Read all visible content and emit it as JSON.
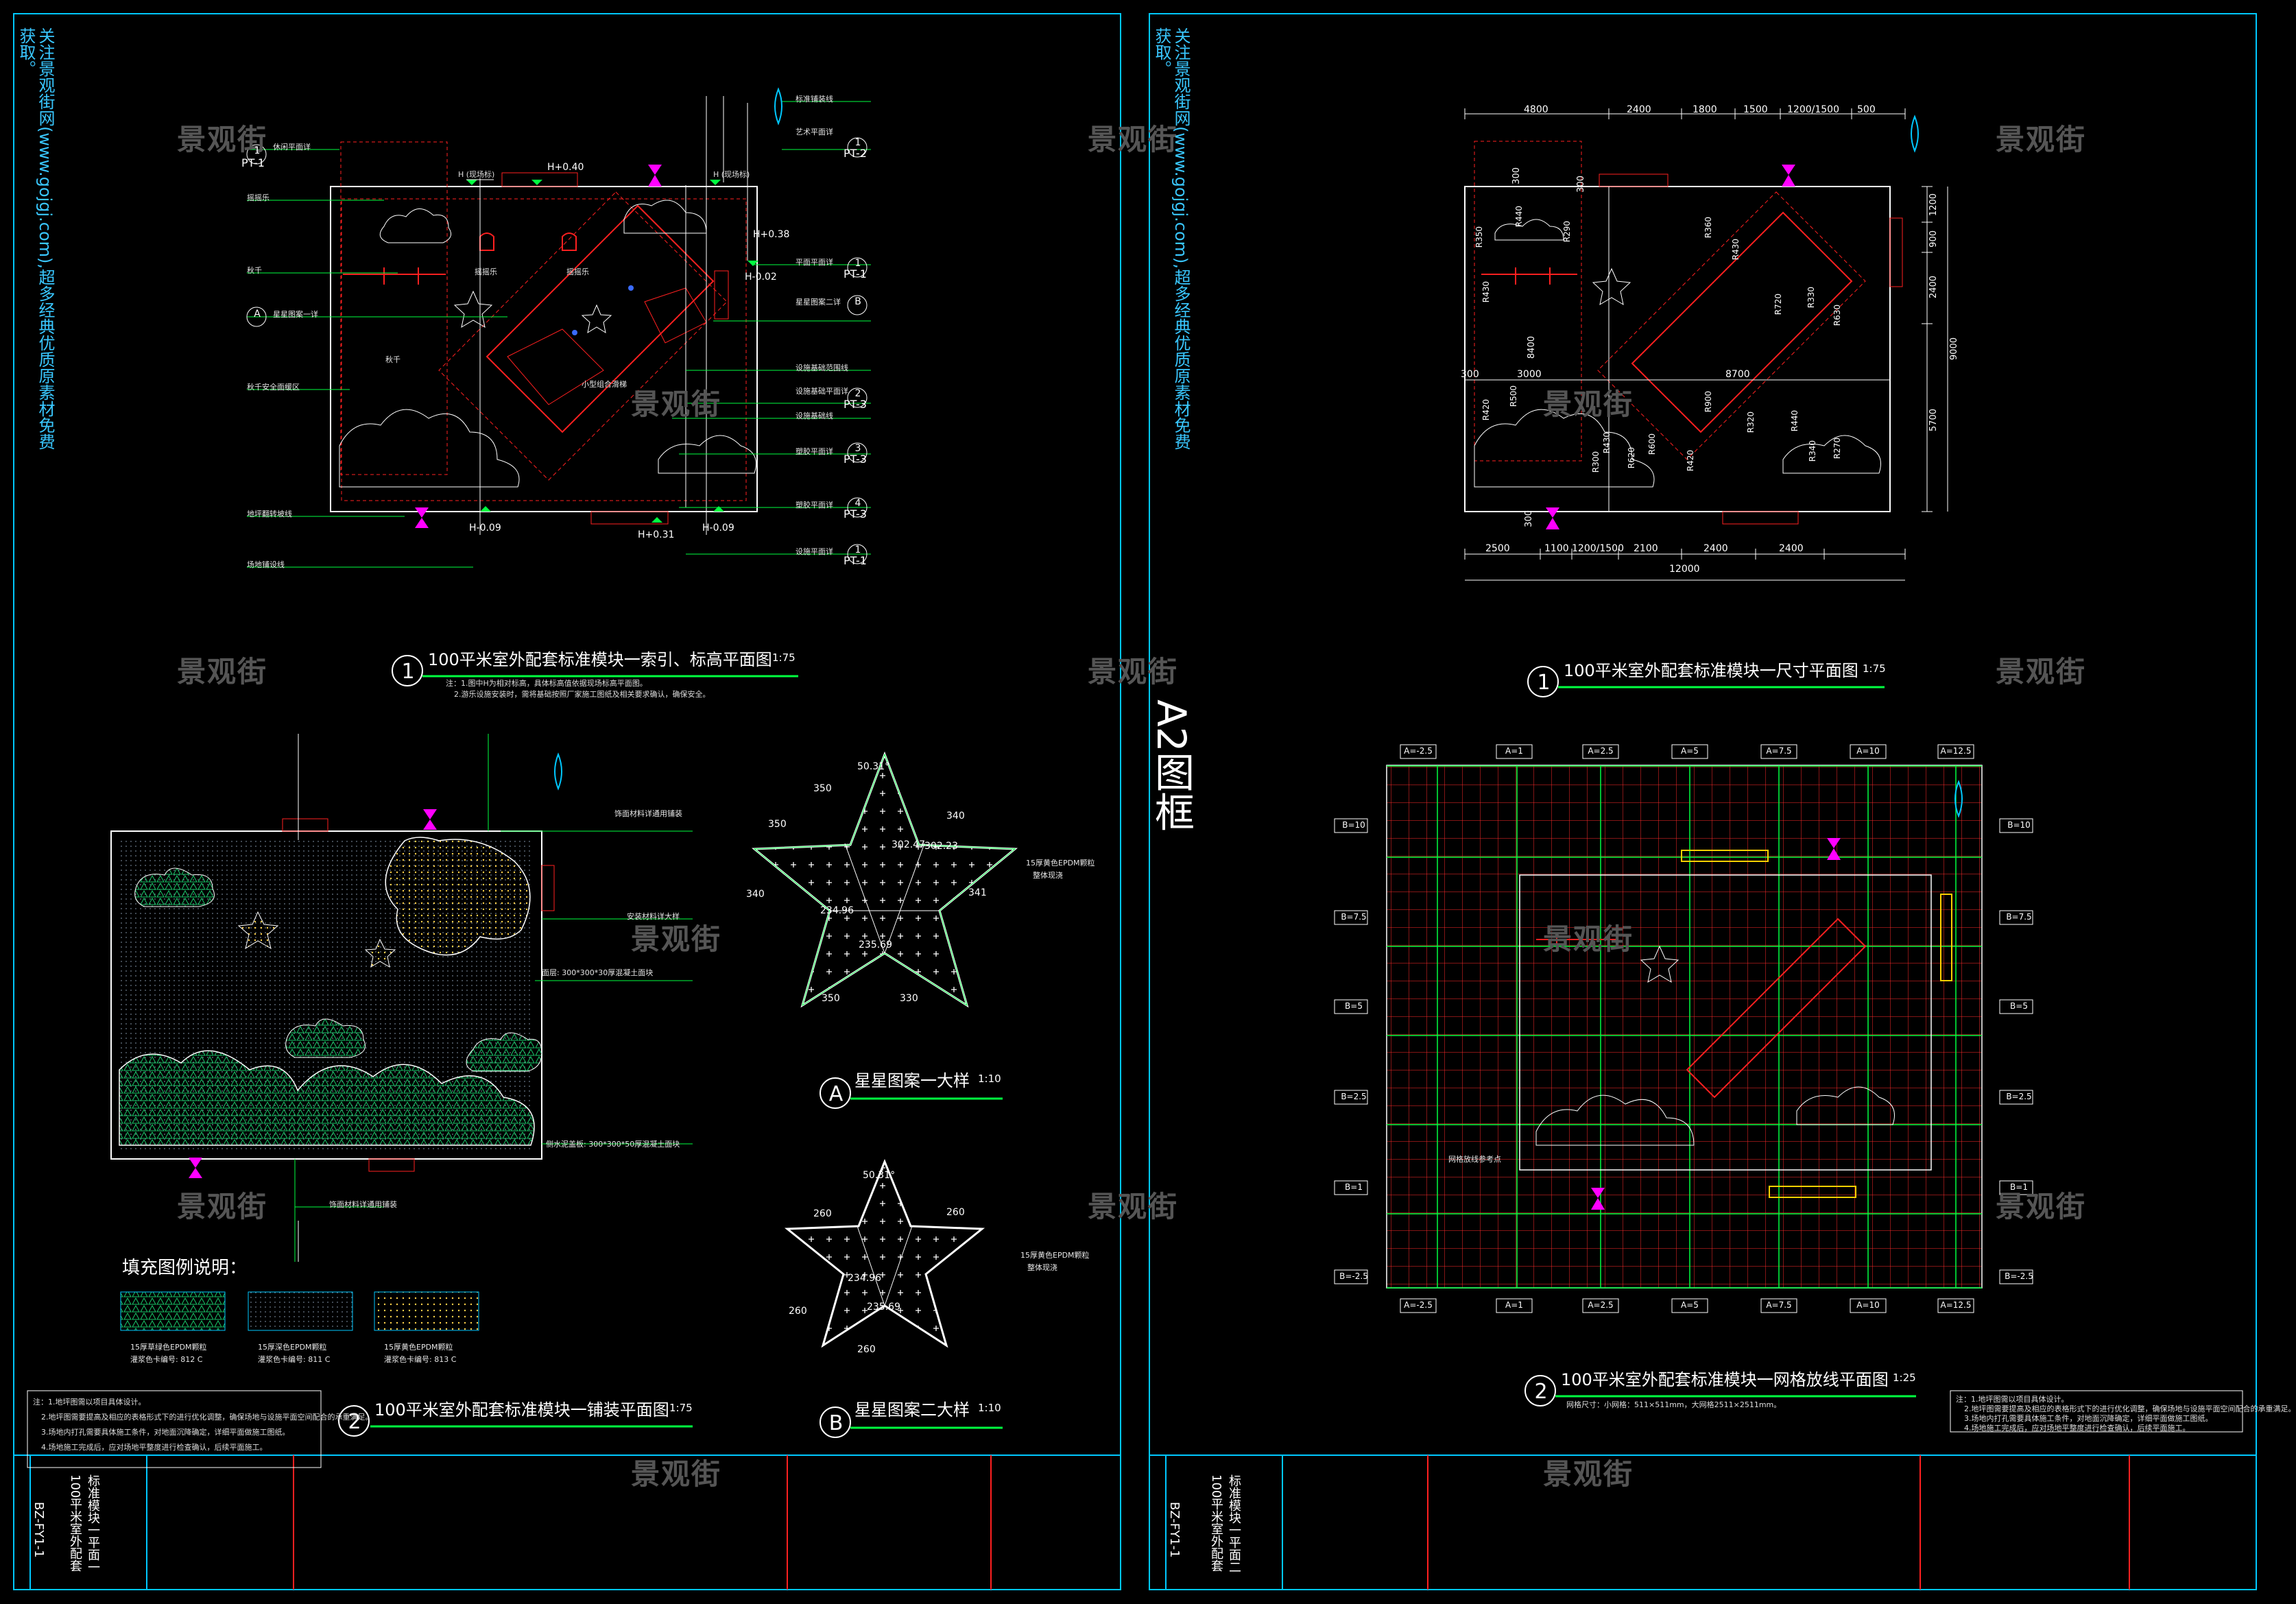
{
  "watermark": "景观街",
  "side_note": "关注景观街网(www.gojgj.com),超多经典优质原素材免费获取。",
  "center_label": "A2图框",
  "colors": {
    "background": "#000000",
    "frame": "#00c8ff",
    "outline": "#ffffff",
    "red": "#ff2020",
    "green": "#00ff40",
    "magenta": "#ff00ff",
    "yellow": "#ffd000",
    "hatch": "#00b86b",
    "title_line": "#00ff40"
  },
  "sheet_left": {
    "drawing1": {
      "num": "1",
      "title": "100平米室外配套标准模块一索引、标高平面图",
      "scale": "1:75",
      "notes": [
        "注：1.图中H为相对标高，具体标高值依据现场标高平面图。",
        "2.游乐设施安装时，需将基础按照厂家施工图纸及相关要求确认，确保安全。"
      ],
      "elev": [
        "H+0.40",
        "H (现场标)",
        "H (现场标)",
        "H+0.38",
        "H-0.02",
        "H-0.09",
        "H+0.31",
        "H-0.09"
      ],
      "callouts": [
        "PT-1",
        "PT-2",
        "PT-1",
        "PT-3",
        "PT-3",
        "PT-3",
        "PT-1"
      ],
      "callout_nums": [
        "1",
        "1",
        "1",
        "2",
        "3",
        "4",
        "1"
      ],
      "labels_left": [
        "休闲平面详",
        "摇摇乐",
        "秋千",
        "星星图案一详",
        "秋千安全面缓区",
        "地坪翻转坡线",
        "场地铺设线"
      ],
      "labels_right": [
        "标准铺装线",
        "艺术平面详",
        "平面平面详",
        "星星图案二详",
        "设施基础范围线",
        "设施基础平面详",
        "设施基础线",
        "塑胶平面详",
        "塑胶平面详",
        "设施平面详"
      ],
      "inner": [
        "小型组合滑梯",
        "秋千",
        "摇摇乐",
        "摇摇乐"
      ],
      "side_marker": "B",
      "side_marker_a": "A"
    },
    "drawing2": {
      "num": "2",
      "title": "100平米室外配套标准模块一铺装平面图",
      "scale": "1:75",
      "labels": [
        "饰面材料详通用铺装",
        "安装材料详大样",
        "面层: 300*300*30厚混凝土面块",
        "侧水泥盖板: 300*300*50厚混凝土面块",
        "饰面材料详通用铺装"
      ]
    },
    "legend": {
      "title": "填充图例说明：",
      "items": [
        {
          "text1": "15厚草绿色EPDM颗粒",
          "text2": "灌浆色卡编号: 812 C"
        },
        {
          "text1": "15厚深色EPDM颗粒",
          "text2": "灌浆色卡编号: 811 C"
        },
        {
          "text1": "15厚黄色EPDM颗粒",
          "text2": "灌浆色卡编号: 813 C"
        }
      ]
    },
    "starA": {
      "letter": "A",
      "title": "星星图案一大样",
      "scale": "1:10",
      "dims": [
        "50.31°",
        "350",
        "340",
        "350",
        "340",
        "341",
        "330",
        "350",
        "235.69",
        "234.96",
        "302.47",
        "302.23"
      ],
      "note": "15厚黄色EPDM颗粒",
      "note2": "整体现浇"
    },
    "starB": {
      "letter": "B",
      "title": "星星图案二大样",
      "scale": "1:10",
      "dims": [
        "50.31°",
        "260",
        "260",
        "260",
        "260",
        "235.69",
        "234.96"
      ],
      "note": "15厚黄色EPDM颗粒",
      "note2": "整体现浇"
    },
    "general_notes": [
      "注：1.地坪图需以项目具体设计。",
      "2.地坪图需要提高及相应的表格形式下的进行优化调整，确保场地与设施平面空间配合的承重满足。",
      "3.场地内打孔需要具体施工条件，对地面沉降确定，详细平面做施工图纸。",
      "4.场地施工完成后，应对场地平整度进行检查确认，后续平面施工。"
    ],
    "title_block": [
      "100平米室外配套",
      "标准模块一平面一"
    ],
    "code": "BZ-FY1-1"
  },
  "sheet_right": {
    "drawing1": {
      "num": "1",
      "title": "100平米室外配套标准模块一尺寸平面图",
      "scale": "1:75",
      "top_dims": [
        "4800",
        "2400",
        "1800",
        "1500",
        "1200/1500",
        "500"
      ],
      "bottom_dims": [
        "2500",
        "1100",
        "1200/1500",
        "2100",
        "2400",
        "2400"
      ],
      "total_bottom": "12000",
      "right_dims": [
        "1200",
        "900",
        "2400",
        "5700"
      ],
      "right_total": "9000",
      "inner_dims": [
        "300",
        "300",
        "300",
        "3000",
        "8400",
        "8700",
        "300"
      ],
      "radii": [
        "R440",
        "R350",
        "R290",
        "R430",
        "R360",
        "R430",
        "R720",
        "R330",
        "R630",
        "R420",
        "R900",
        "R500",
        "R600",
        "R320",
        "R440",
        "R340",
        "R270",
        "R430",
        "R300",
        "R620",
        "R420"
      ]
    },
    "drawing2": {
      "num": "2",
      "title": "100平米室外配套标准模块一网格放线平面图",
      "scale": "1:25",
      "sub": "网格尺寸：小网格：511×511mm，大网格2511×2511mm。",
      "grid_top": [
        "A=-2.5",
        "A=1",
        "A=2.5",
        "A=5",
        "A=7.5",
        "A=10",
        "A=12.5"
      ],
      "grid_bottom": [
        "A=-2.5",
        "A=1",
        "A=2.5",
        "A=5",
        "A=7.5",
        "A=10",
        "A=12.5"
      ],
      "grid_left": [
        "B=10",
        "B=7.5",
        "B=5",
        "B=2.5",
        "B=1",
        "B=-2.5"
      ],
      "grid_right": [
        "B=10",
        "B=7.5",
        "B=5",
        "B=2.5",
        "B=1",
        "B=-2.5"
      ],
      "origin_label": "网格放线参考点"
    },
    "general_notes": [
      "注：1.地坪图需以项目具体设计。",
      "2.地坪图需要提高及相应的表格形式下的进行优化调整，确保场地与设施平面空间配合的承重满足。",
      "3.场地内打孔需要具体施工条件，对地面沉降确定，详细平面做施工图纸。",
      "4.场地施工完成后，应对场地平整度进行检查确认，后续平面施工。"
    ],
    "title_block": [
      "100平米室外配套",
      "标准模块一平面二"
    ],
    "code": "BZ-FY1-1"
  }
}
